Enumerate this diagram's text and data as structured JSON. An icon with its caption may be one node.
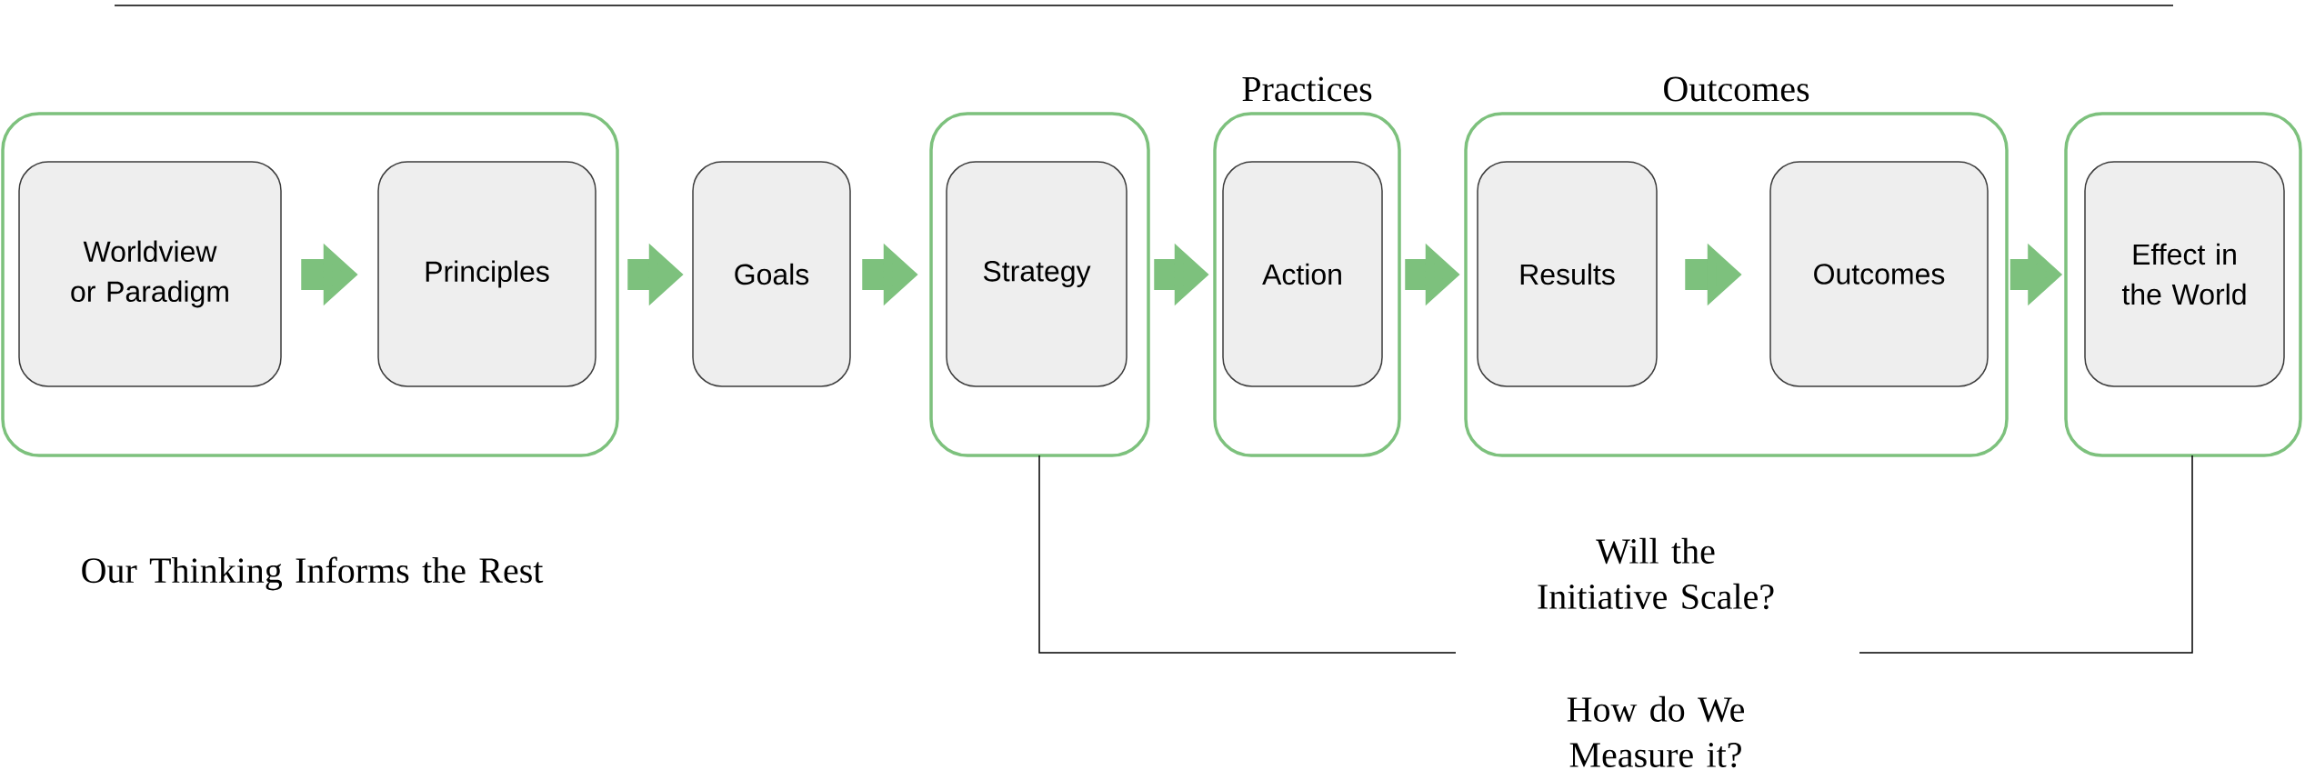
{
  "diagram": {
    "nodes": [
      {
        "text": [],
        "shape": "box"
      },
      {
        "text": [
          "Worldview or Paradigm"
        ],
        "in": 0
      },
      {
        "text": [
          "Principles"
        ],
        "in": 0
      },
      {
        "text": [
          "Goals"
        ]
      },
      {
        "text": [],
        "shape": "box"
      },
      {
        "text": [
          "Strategy"
        ],
        "in": 4
      },
      {
        "text": [
          "Practices"
        ]
      },
      {
        "text": [
          "Action"
        ],
        "in": 6
      },
      {
        "text": [
          "Outcomes"
        ]
      },
      {
        "text": [
          "Results"
        ],
        "in": 8
      },
      {
        "text": [
          "Outcomes"
        ],
        "in": 8
      },
      {
        "text": [],
        "shape": "box"
      },
      {
        "text": [
          "Effect in the World"
        ],
        "in": 11
      }
    ],
    "edges": [
      {
        "from": 1,
        "to": 2,
        "arrow": "to"
      },
      {
        "from": 0,
        "to": 3,
        "arrow": "to"
      },
      {
        "from": 3,
        "to": 4,
        "arrow": "to"
      },
      {
        "from": 4,
        "to": 6,
        "arrow": "to"
      },
      {
        "from": 6,
        "to": 8,
        "arrow": "to"
      },
      {
        "from": 9,
        "to": 10,
        "arrow": "to"
      },
      {
        "from": 8,
        "to": 11,
        "arrow": "to"
      }
    ],
    "labels": [
      "Our Thinking Informs the Rest",
      "Will the Initiative Scale?",
      "How do We Measure it?"
    ]
  }
}
